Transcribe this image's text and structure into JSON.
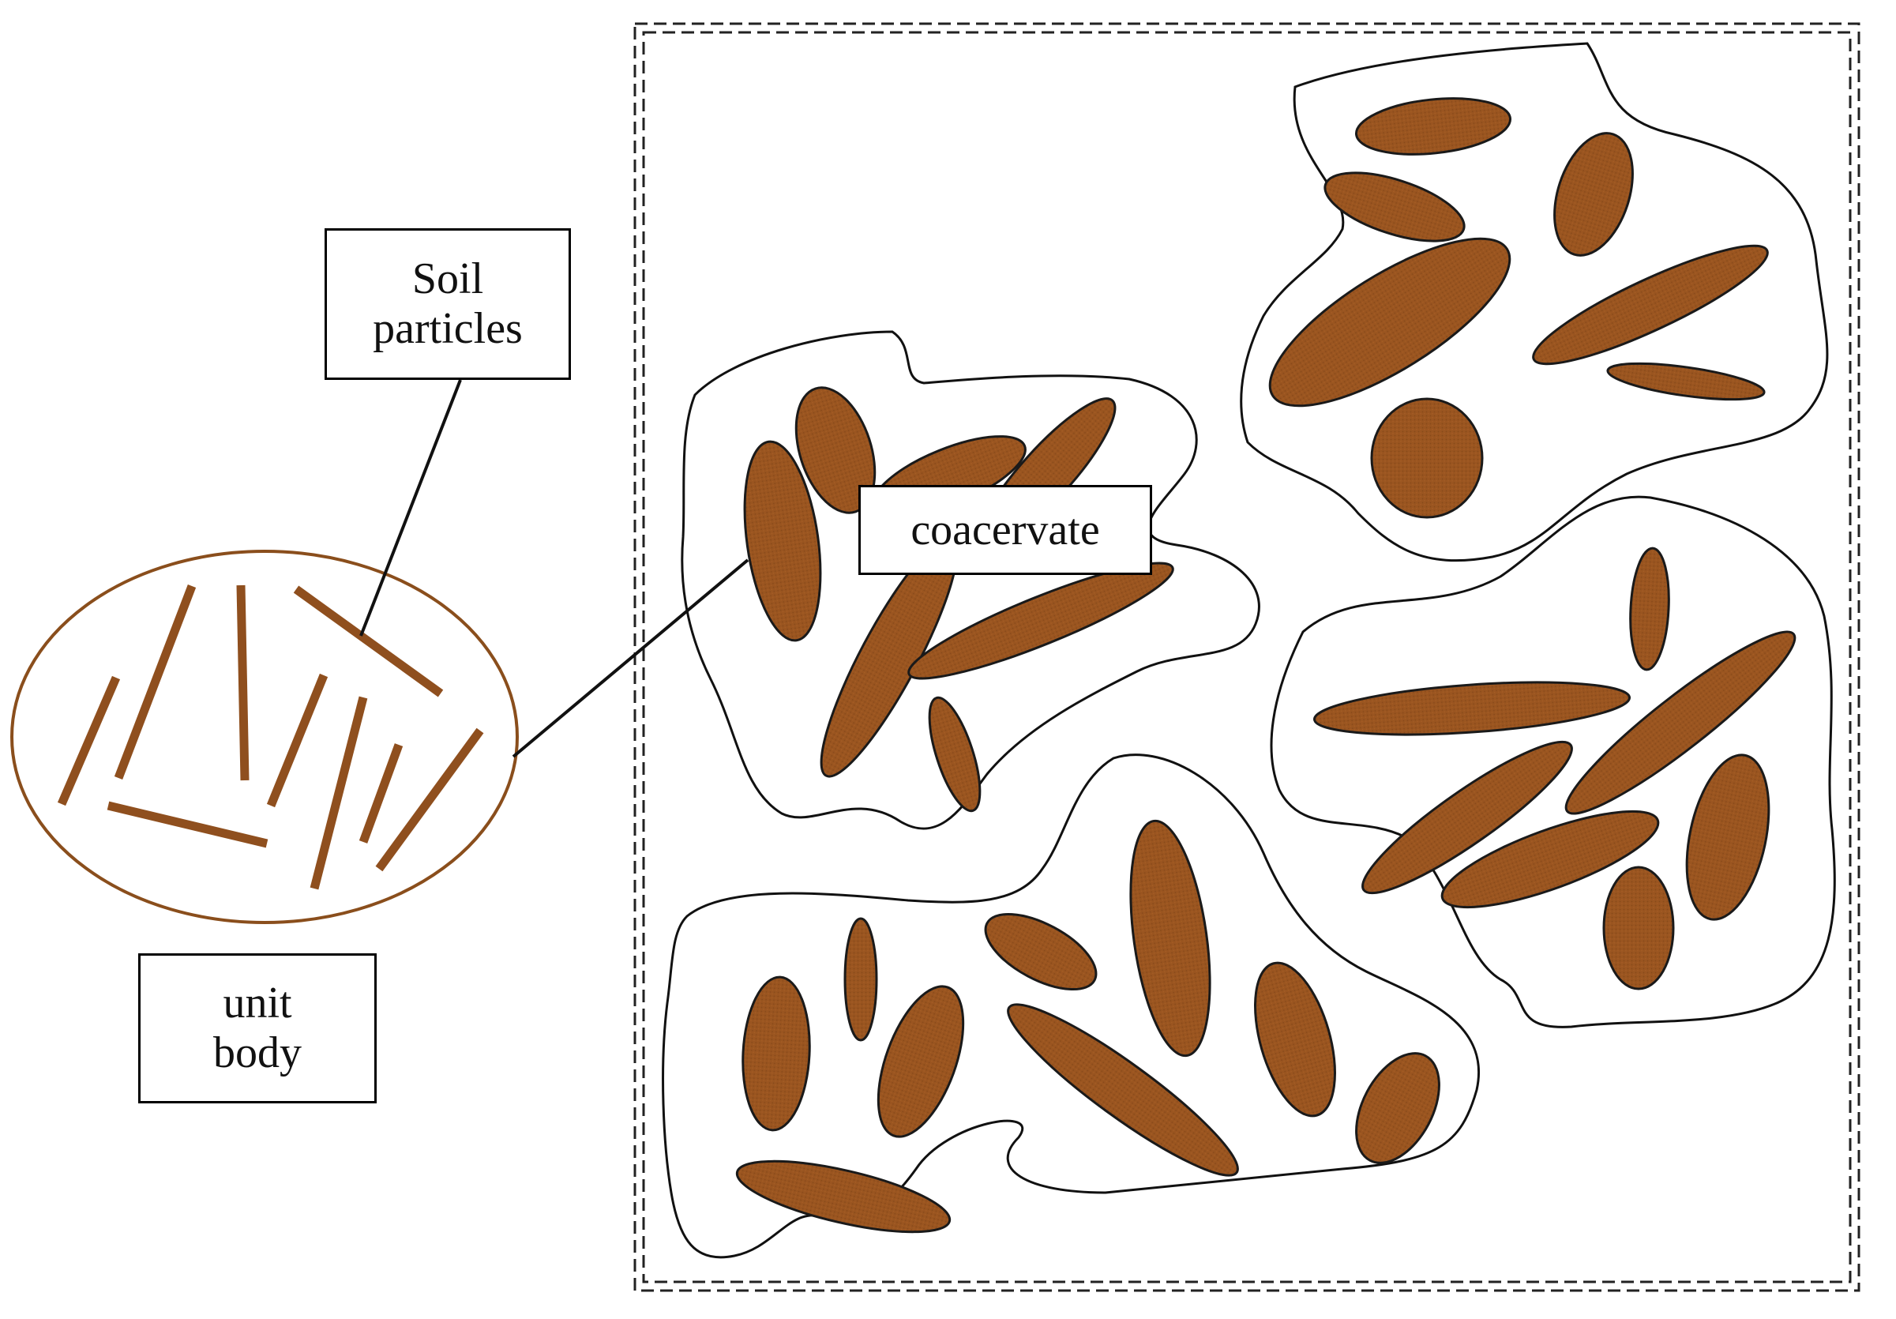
{
  "labels": {
    "soil_particles": [
      "Soil",
      "particles"
    ],
    "coacervate": "coacervate",
    "unit_body": [
      "unit",
      "body"
    ]
  },
  "colors": {
    "particle_fill": "#9a5520",
    "particle_stroke": "#1a1a1a",
    "unit_body_outline": "#8a4e1c",
    "unit_body_rod": "#8f4f1e",
    "outline": "#111111"
  }
}
